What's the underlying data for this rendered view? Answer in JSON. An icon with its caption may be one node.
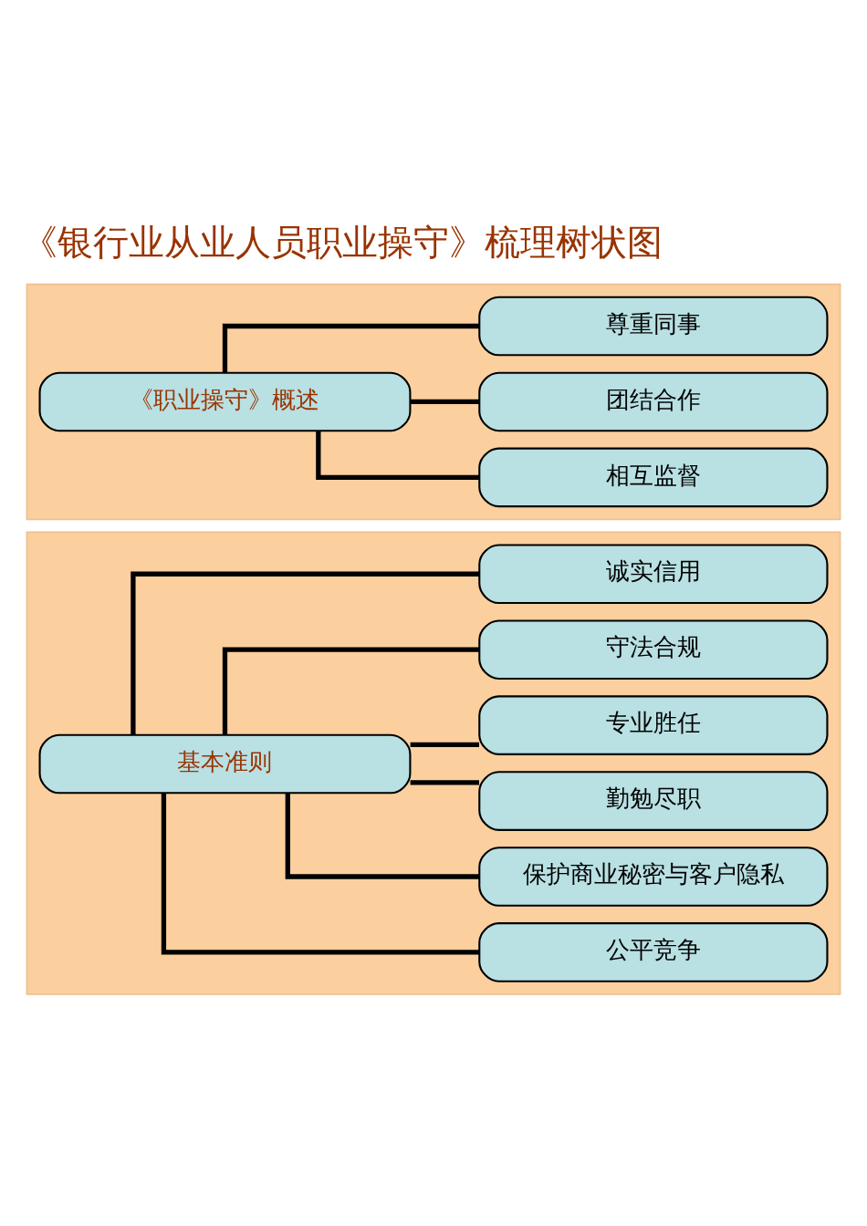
{
  "diagram": {
    "title": "《银行业从业人员职业操守》梳理树状图",
    "nodes": [
      {
        "text": [],
        "shape": "box"
      },
      {
        "text": [
          "《职业操守》概述"
        ],
        "in": 0
      },
      {
        "text": [
          "尊重同事"
        ],
        "in": 0
      },
      {
        "text": [
          "团结合作"
        ],
        "in": 0
      },
      {
        "text": [
          "相互监督"
        ],
        "in": 0
      },
      {
        "text": [],
        "shape": "box"
      },
      {
        "text": [
          "基本准则"
        ],
        "in": 5
      },
      {
        "text": [
          "诚实信用"
        ],
        "in": 5
      },
      {
        "text": [
          "守法合规"
        ],
        "in": 5
      },
      {
        "text": [
          "专业胜任"
        ],
        "in": 5
      },
      {
        "text": [
          "勤勉尽职"
        ],
        "in": 5
      },
      {
        "text": [
          "保护商业秘密与客户隐私"
        ],
        "in": 5
      },
      {
        "text": [
          "公平竞争"
        ],
        "in": 5
      }
    ],
    "edges": [
      {
        "from": 1,
        "to": 2,
        "arrow": "none"
      },
      {
        "from": 1,
        "to": 3,
        "arrow": "none"
      },
      {
        "from": 1,
        "to": 4,
        "arrow": "none"
      },
      {
        "from": 6,
        "to": 7,
        "arrow": "none"
      },
      {
        "from": 6,
        "to": 8,
        "arrow": "none"
      },
      {
        "from": 6,
        "to": 9,
        "arrow": "none"
      },
      {
        "from": 6,
        "to": 10,
        "arrow": "none"
      },
      {
        "from": 6,
        "to": 11,
        "arrow": "none"
      },
      {
        "from": 6,
        "to": 12,
        "arrow": "none"
      }
    ]
  }
}
